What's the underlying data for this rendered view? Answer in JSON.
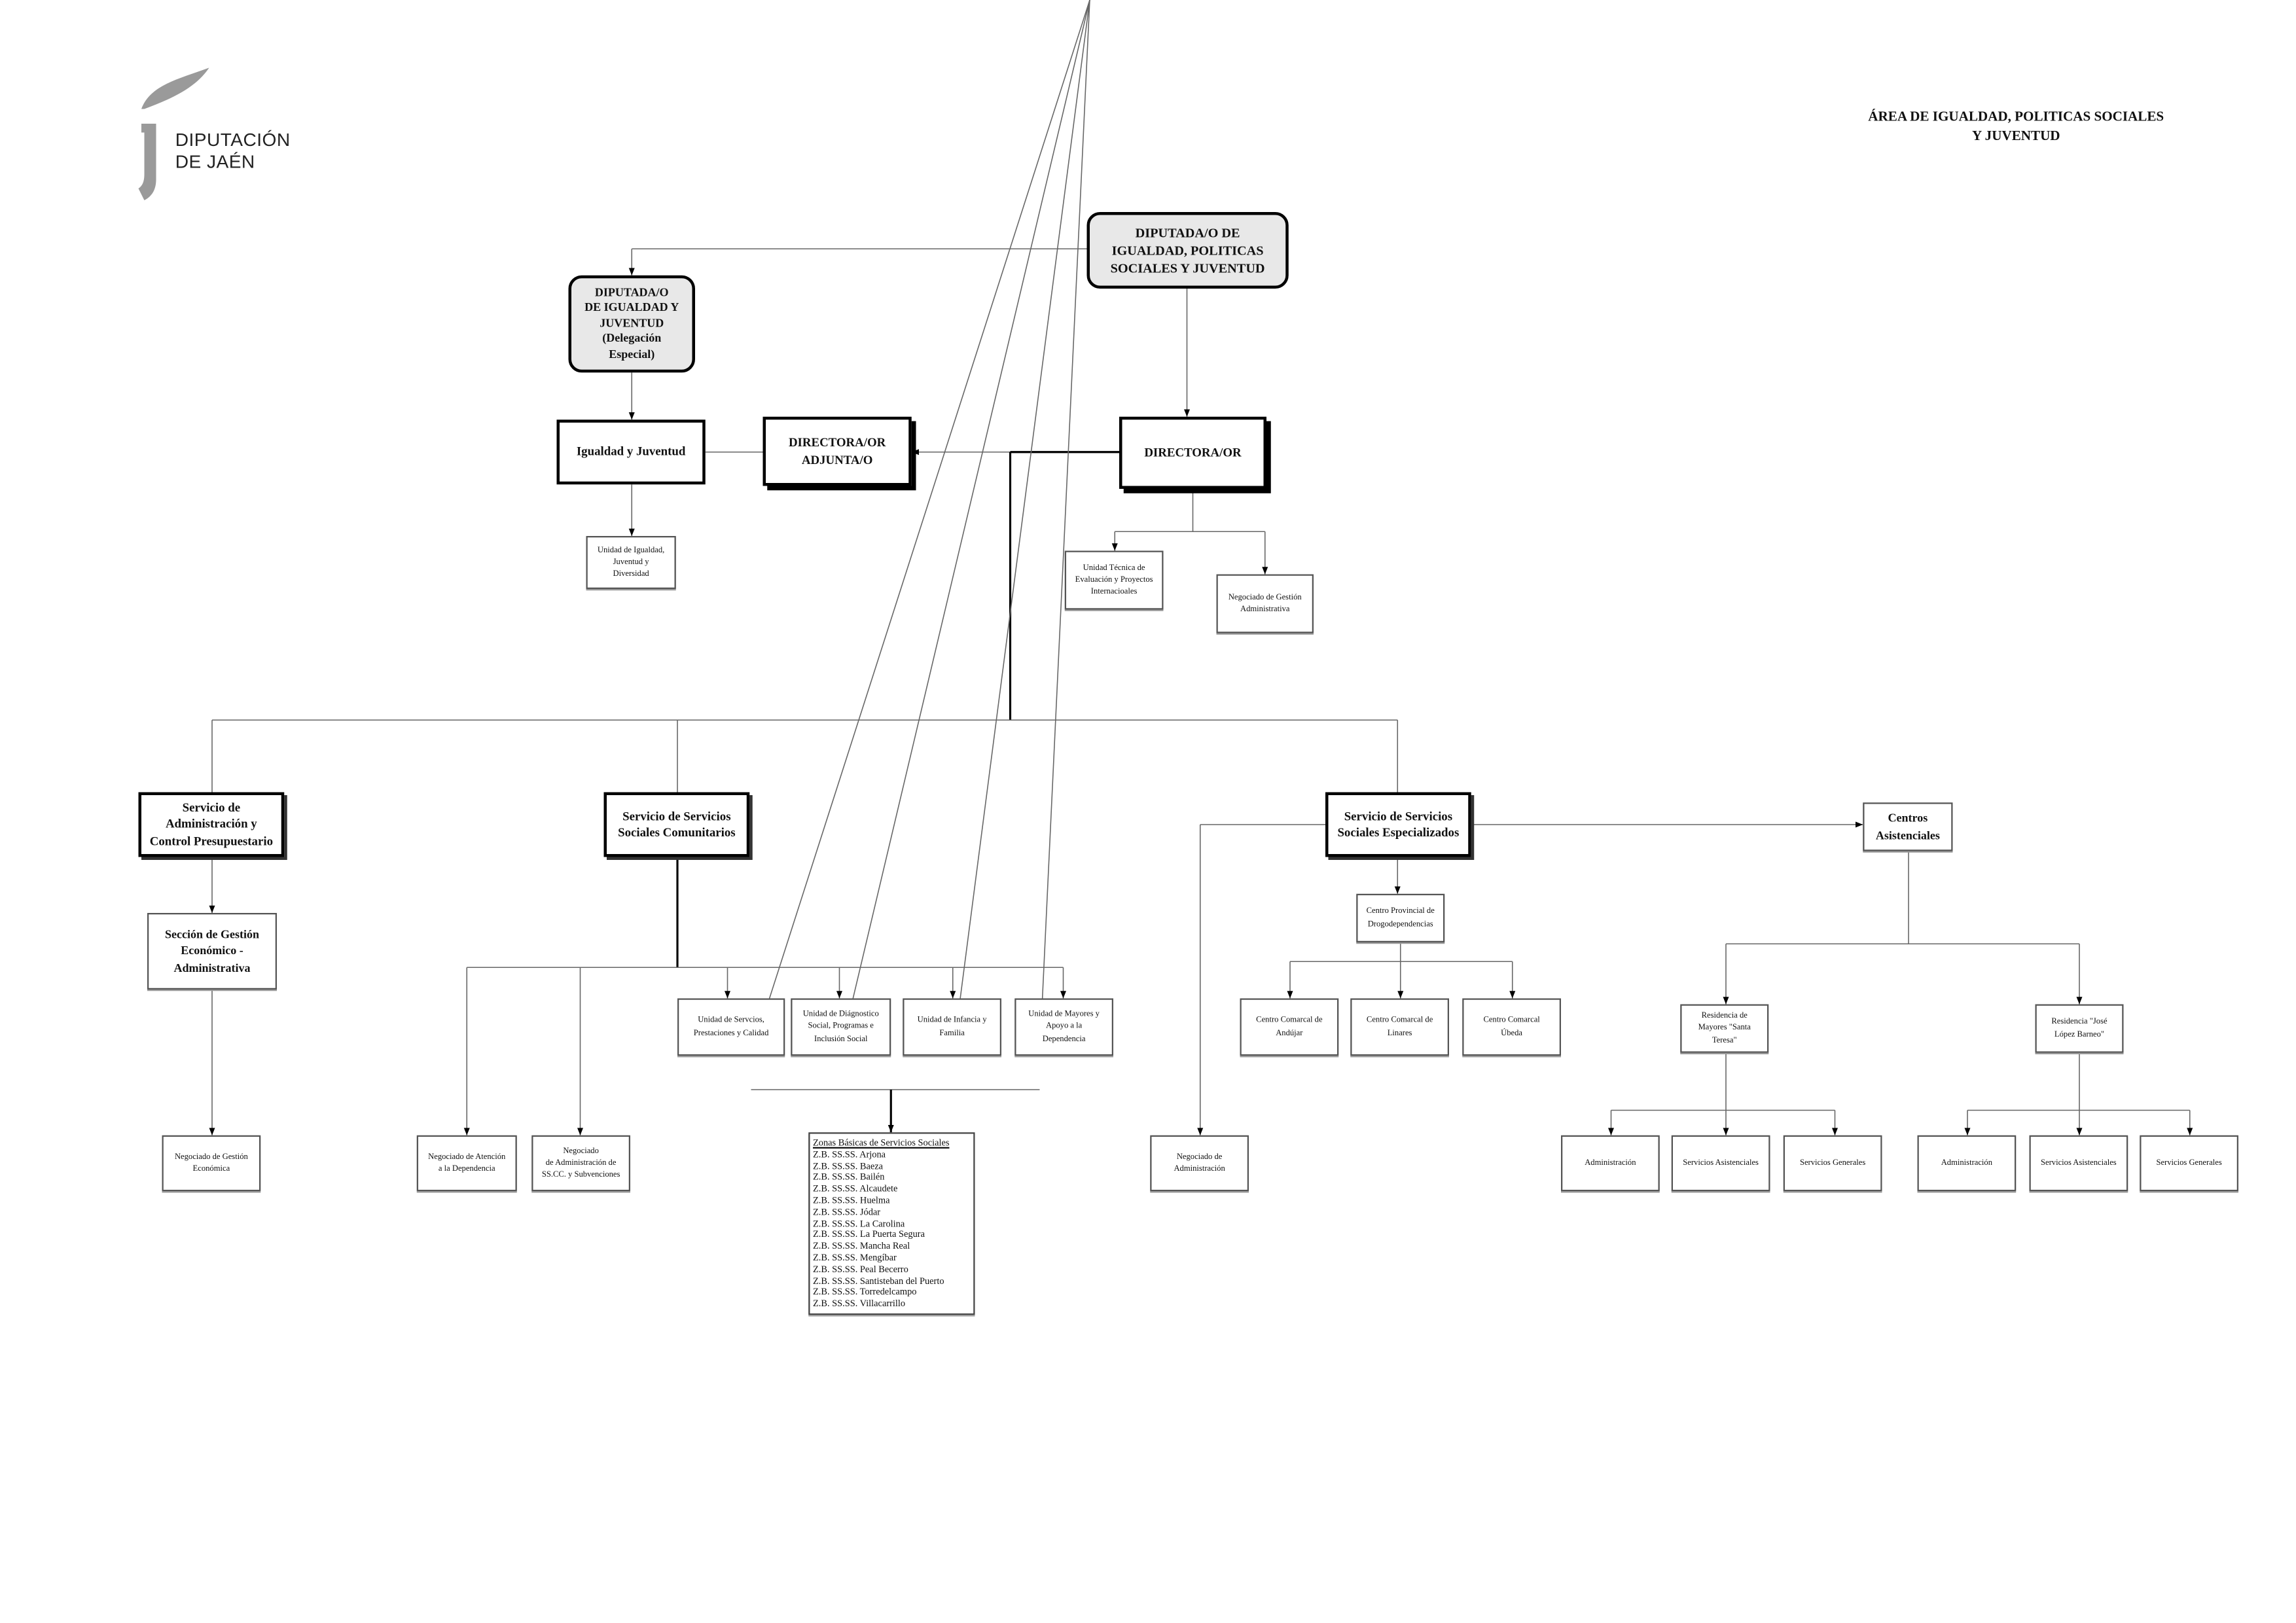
{
  "header": {
    "logo_line1": "DIPUTACIÓN",
    "logo_line2": "DE JAÉN",
    "area_title_line1": "ÁREA DE IGUALDAD, POLITICAS SOCIALES",
    "area_title_line2": "Y JUVENTUD"
  },
  "nodes": {
    "diputado_area": "DIPUTADA/O DE\nIGUALDAD, POLITICAS\nSOCIALES Y JUVENTUD",
    "diputado_delegacion": "DIPUTADA/O\nDE  IGUALDAD Y\nJUVENTUD\n(Delegación\nEspecial)",
    "igualdad_juventud": "Igualdad y Juventud",
    "directora_adjunta": "DIRECTORA/OR\nADJUNTA/O",
    "directora": "DIRECTORA/OR",
    "unidad_igualdad": "Unidad de Igualdad,\nJuventud y\nDiversidad",
    "unidad_tecnica": "Unidad Técnica de\nEvaluación y Proyectos\nInternacioales",
    "negociado_gestion_admin": "Negociado de Gestión\nAdministrativa",
    "servicio_admin": "Servicio de\nAdministración y\nControl Presupuestario",
    "servicio_comunitarios": "Servicio de Servicios\nSociales Comunitarios",
    "servicio_especializados": "Servicio de Servicios\nSociales Especializados",
    "centros_asistenciales": "Centros\nAsistenciales",
    "seccion_gestion": "Sección de Gestión\nEconómico -\nAdministrativa",
    "centro_drogo": "Centro Provincial de\nDrogodependencias",
    "unidad_servicios": "Unidad de Servcios,\nPrestaciones y Calidad",
    "unidad_diagnostico": "Unidad de Diágnostico\nSocial, Programas e\nInclusión Social",
    "unidad_infancia": "Unidad de Infancia y\nFamilia",
    "unidad_mayores": "Unidad de Mayores y\nApoyo a la\nDependencia",
    "centro_andujar": "Centro Comarcal de\nAndújar",
    "centro_linares": "Centro Comarcal de\nLinares",
    "centro_ubeda": "Centro Comarcal\nÚbeda",
    "residencia_santa_teresa": "Residencia de\nMayores \"Santa\nTeresa\"",
    "residencia_jose_lopez": "Residencia \"José\nLópez Barneo\"",
    "negociado_economica": "Negociado de Gestión\nEconómica",
    "negociado_atencion": "Negociado de Atención\na la Dependencia",
    "negociado_ssc": "Negociado\nde Administración de\nSS.CC. y Subvenciones",
    "negociado_administracion": "Negociado de\nAdministración",
    "st_administracion": "Administración",
    "st_asistenciales": "Servicios Asistenciales",
    "st_generales": "Servicios Generales",
    "jl_administracion": "Administración",
    "jl_asistenciales": "Servicios Asistenciales",
    "jl_generales": "Servicios Generales"
  },
  "zonas": {
    "title": "Zonas Básicas de Servicios Sociales",
    "items": [
      "Z.B. SS.SS. Arjona",
      "Z.B. SS.SS. Baeza",
      "Z.B. SS.SS. Bailén",
      "Z.B. SS.SS. Alcaudete",
      "Z.B. SS.SS. Huelma",
      "Z.B. SS.SS. Jódar",
      "Z.B. SS.SS. La Carolina",
      "Z.B. SS.SS. La Puerta Segura",
      "Z.B. SS.SS. Mancha Real",
      "Z.B. SS.SS. Mengíbar",
      "Z.B. SS.SS. Peal Becerro",
      "Z.B. SS.SS. Santisteban del Puerto",
      "Z.B. SS.SS. Torredelcampo",
      "Z.B. SS.SS. Villacarrillo"
    ]
  },
  "colors": {
    "logo_gray": "#9a9a9a",
    "box_fill_top": "#e8e8e8",
    "line": "#555555"
  }
}
